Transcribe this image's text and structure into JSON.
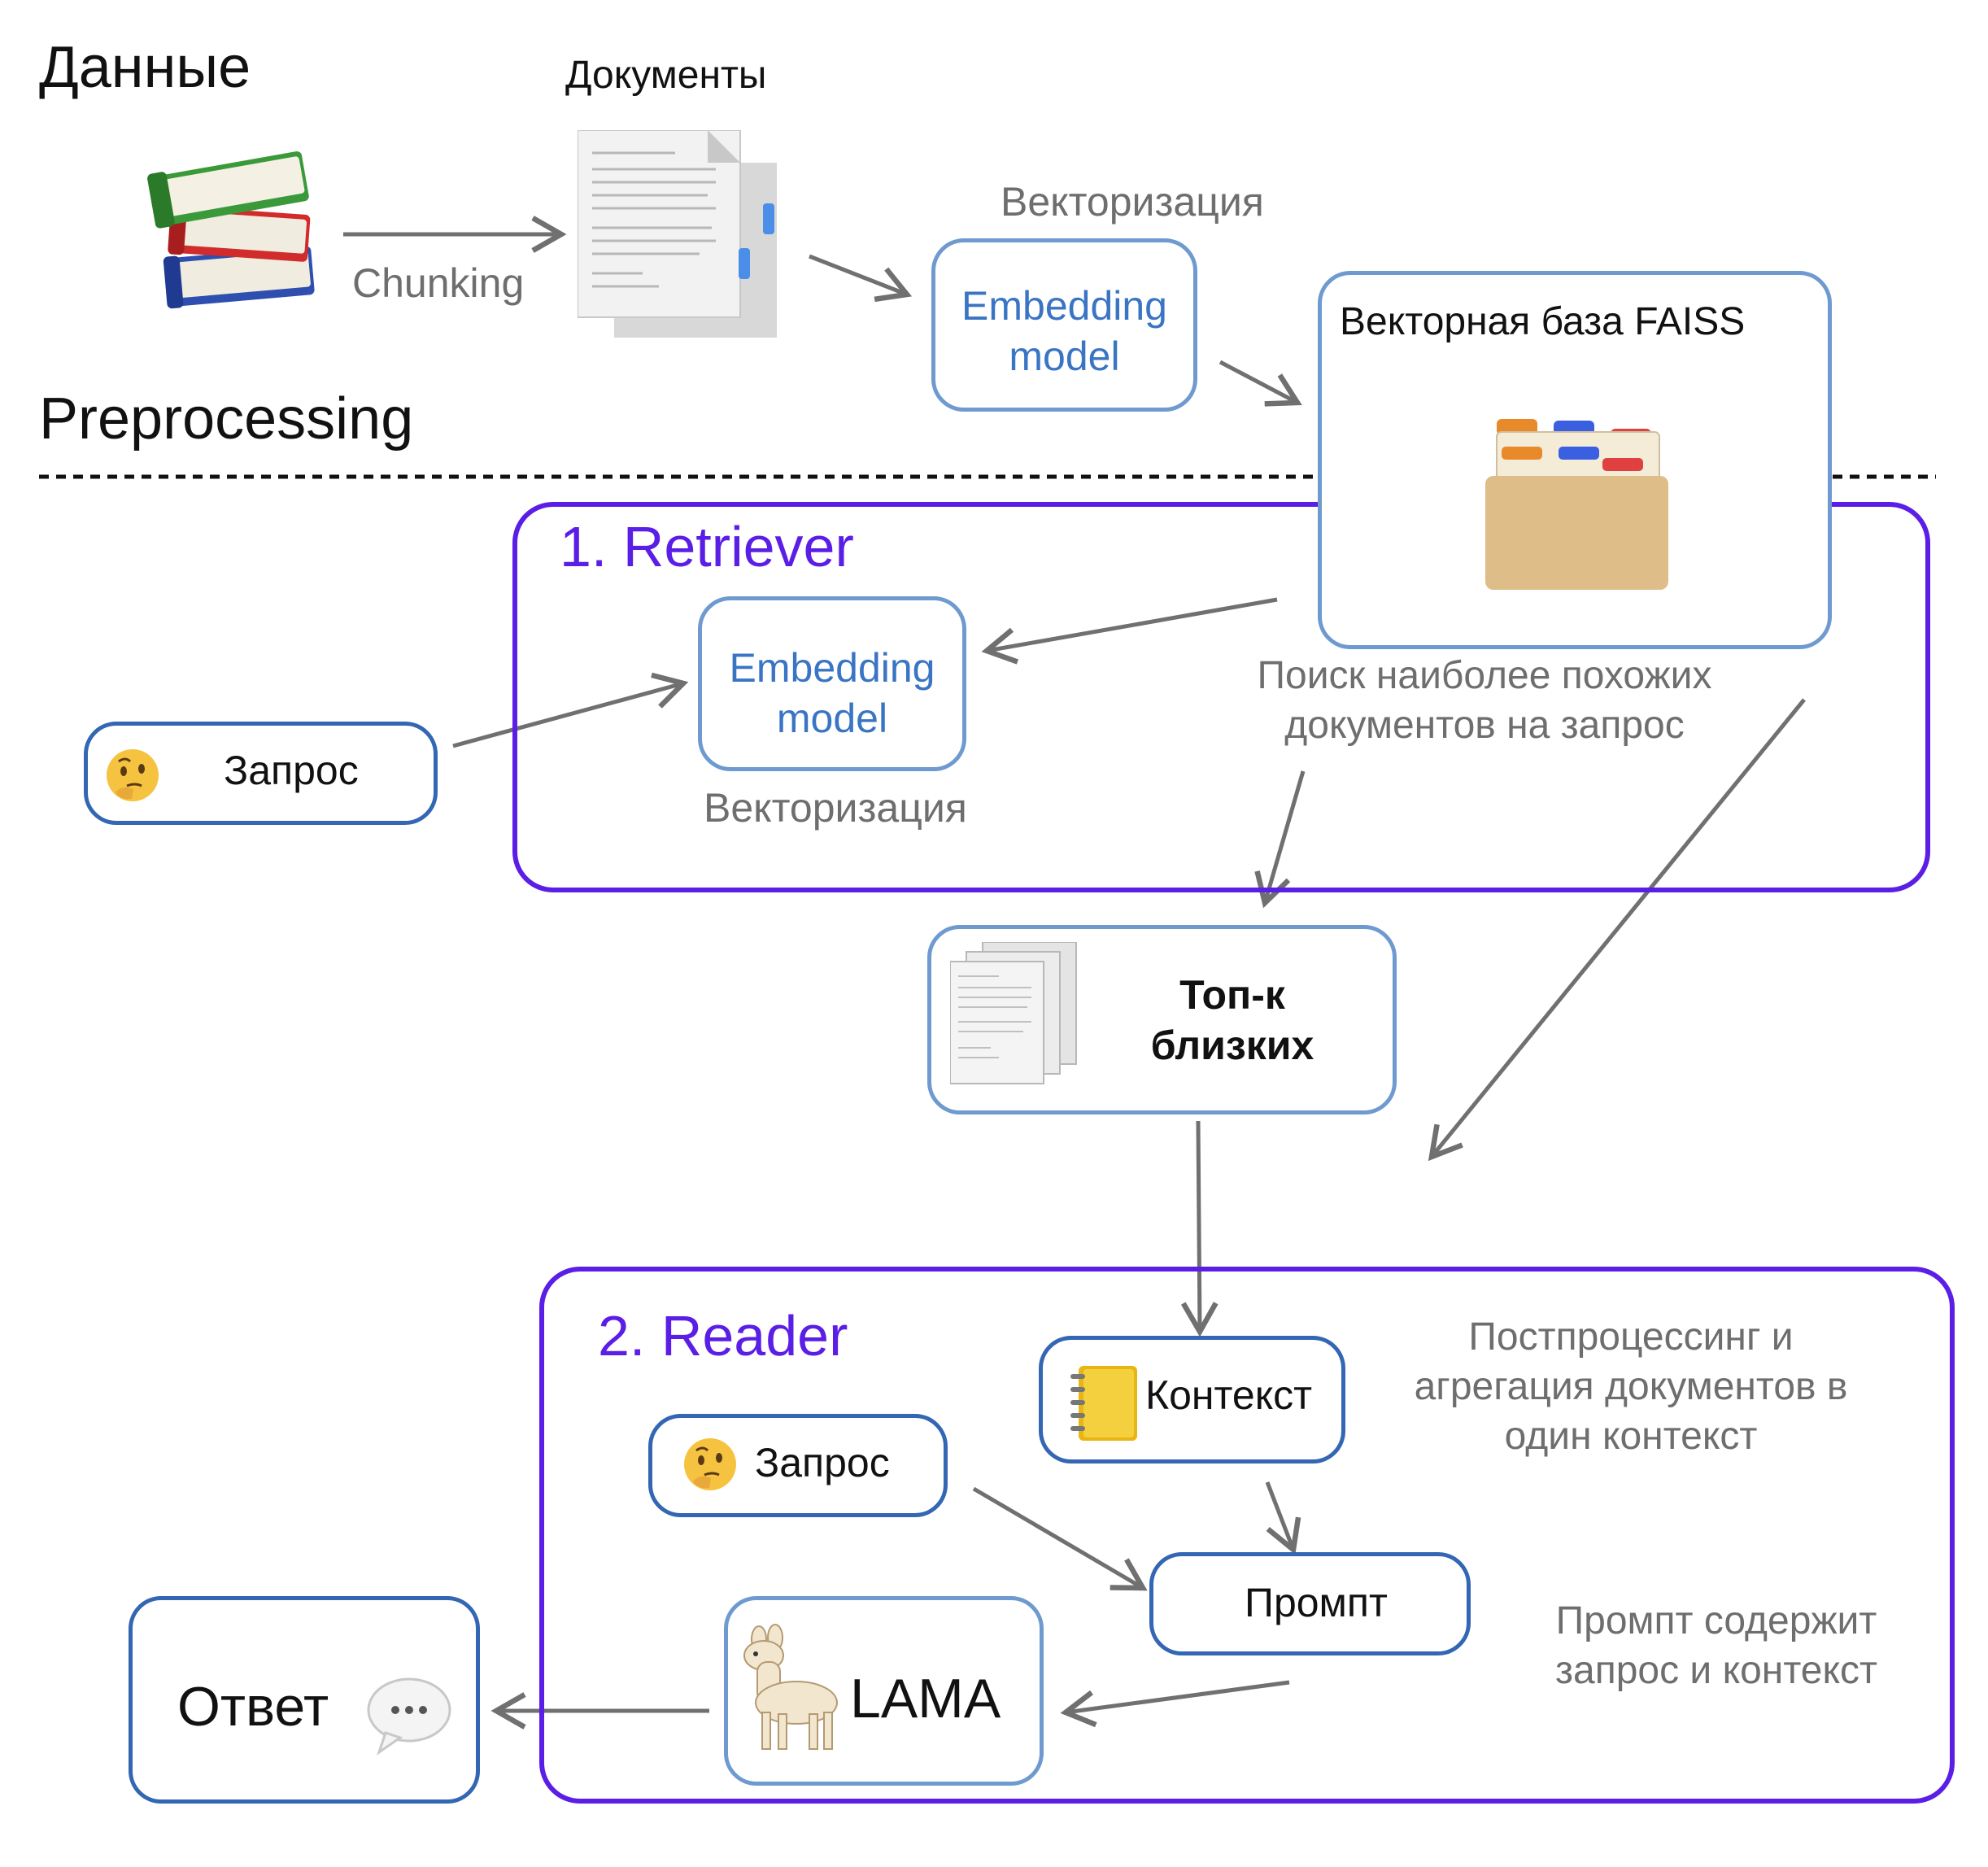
{
  "sections": {
    "data_title": "Данные",
    "preprocessing_title": "Preprocessing"
  },
  "data_flow": {
    "documents_label": "Документы",
    "chunking_label": "Chunking",
    "vectorization_label": "Векторизация",
    "embedding_model_label": "Embedding model",
    "vector_db_label": "Векторная база FAISS"
  },
  "retriever": {
    "title": "1. Retriever",
    "query_label": "Запрос",
    "embedding_model_label": "Embedding model",
    "vectorization_label": "Векторизация",
    "search_note": "Поиск наиболее похожих документов на запрос"
  },
  "topk": {
    "label": "Топ-к близких"
  },
  "reader": {
    "title": "2. Reader",
    "context_label": "Контекст",
    "postprocessing_note": "Постпроцессинг и агрегация документов в один контекст",
    "query_label": "Запрос",
    "prompt_label": "Промпт",
    "prompt_note": "Промпт содержит запрос и контекст",
    "llm_label": "LAMA"
  },
  "answer": {
    "label": "Ответ"
  },
  "icons": {
    "books": "books-icon",
    "documents": "documents-icon",
    "card_file_box": "card-file-box-icon",
    "thinking_face": "thinking-face-icon",
    "ledger": "ledger-icon",
    "llama": "llama-icon",
    "speech_bubble": "speech-bubble-icon"
  },
  "colors": {
    "group_border": "#5b1ee6",
    "node_border": "#3366b3",
    "embedding_text": "#3a74c4",
    "arrow": "#707070"
  }
}
